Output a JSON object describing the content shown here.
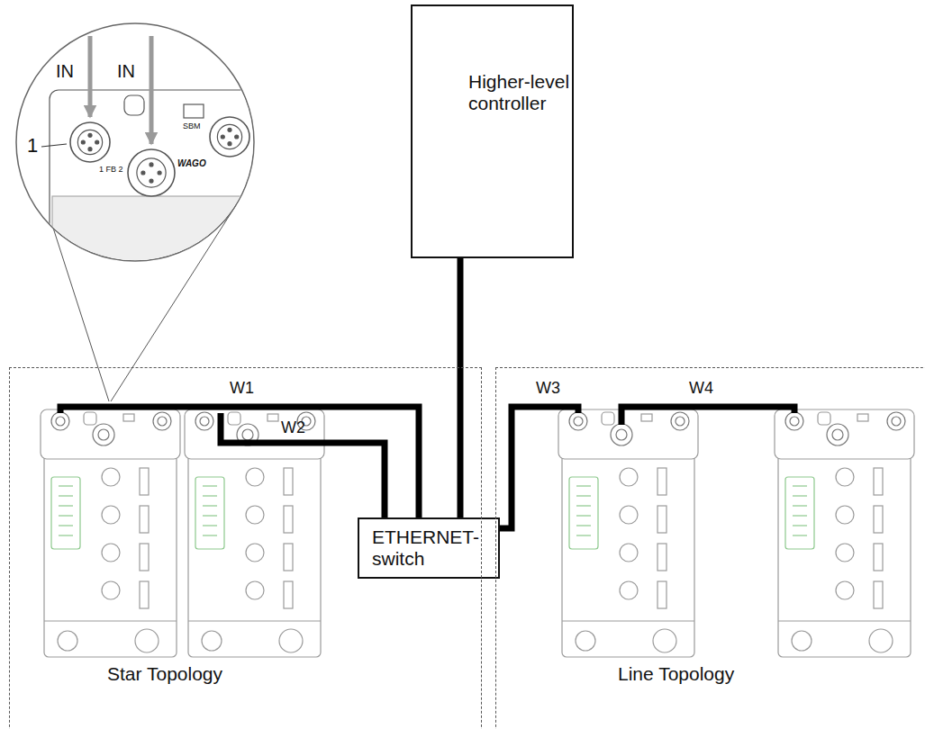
{
  "diagram": {
    "nodes": [
      {
        "text": [
          "Higher-level controller"
        ]
      },
      {
        "text": [
          "ETHERNET-switch"
        ]
      },
      {
        "text": [
          "Star Topology"
        ]
      },
      {
        "text": [
          "Line Topology"
        ]
      }
    ],
    "edges": [
      {
        "from": 0,
        "to": 1,
        "arrow": "none"
      }
    ],
    "labels": [
      "IN",
      "IN",
      "1",
      "1 FB 2",
      "SBM",
      "WAGO",
      "W1",
      "W2",
      "W3",
      "W4"
    ]
  }
}
